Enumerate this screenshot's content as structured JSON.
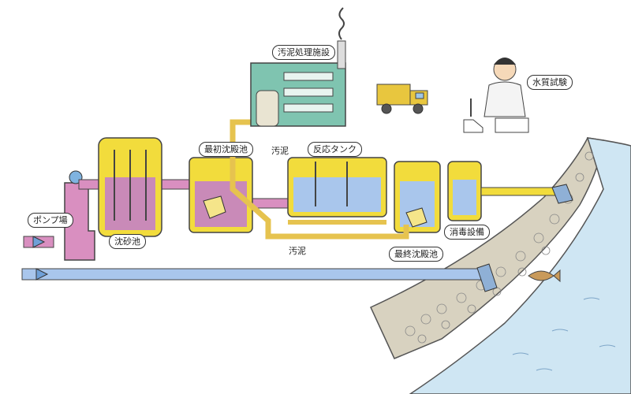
{
  "labels": {
    "sludge_facility": "汚泥処理施設",
    "water_test": "水質試験",
    "first_settling": "最初沈殿池",
    "sludge_top": "汚泥",
    "reaction_tank": "反応タンク",
    "pump_station": "ポンプ場",
    "grit_chamber": "沈砂池",
    "sludge_bottom": "汚泥",
    "final_settling": "最終沈殿池",
    "disinfection": "消毒設備"
  },
  "colors": {
    "sewage_pipe": "#d98fc0",
    "treated_water": "#a9c6ec",
    "sludge_pipe": "#e6c34f",
    "tank_frame": "#f2dc3c",
    "building": "#7fc4b0",
    "river": "#cfe6f3",
    "stone_bank": "#d8d2c0"
  }
}
